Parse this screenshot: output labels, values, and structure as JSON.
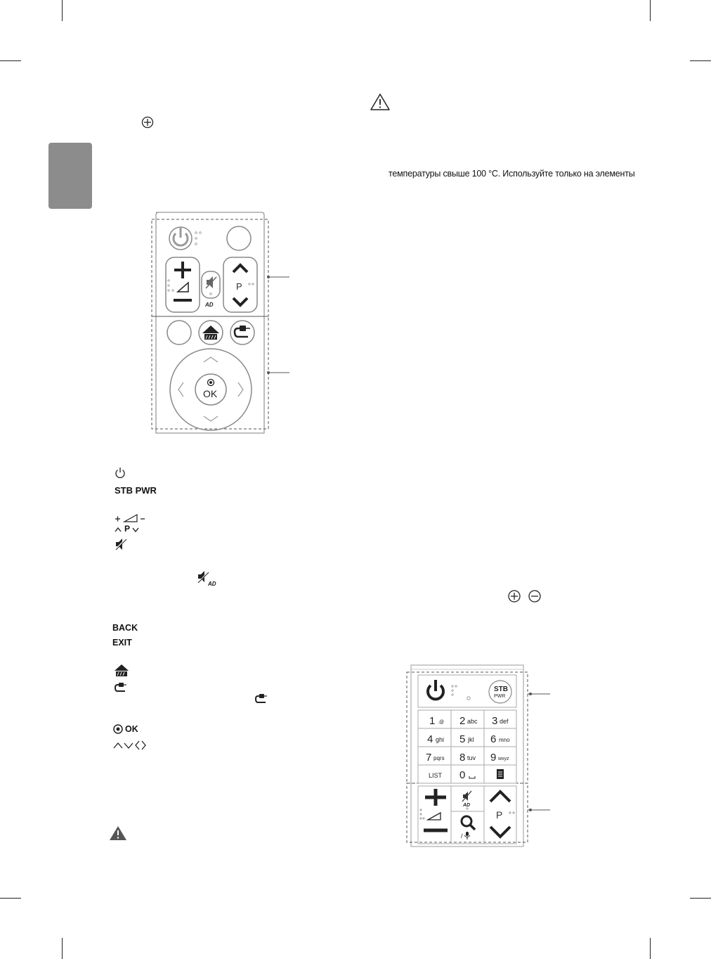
{
  "body_text": {
    "temperature_note": "температуры свыше 100 °C. Используйте только на элементы"
  },
  "remote_top": {
    "buttons": {
      "ok_label": "OK",
      "program_label": "P",
      "audio_description_label": "AD"
    }
  },
  "legend": {
    "stb_power": "STB PWR",
    "program": "P",
    "back": "BACK",
    "exit": "EXIT",
    "ok": "OK",
    "ad": "AD"
  },
  "remote_bottom": {
    "stb_label_top": "STB",
    "stb_label_bottom": "PWR",
    "keypad": [
      {
        "digit": "1",
        "letters": ".@"
      },
      {
        "digit": "2",
        "letters": "abc"
      },
      {
        "digit": "3",
        "letters": "def"
      },
      {
        "digit": "4",
        "letters": "ghi"
      },
      {
        "digit": "5",
        "letters": "jkl"
      },
      {
        "digit": "6",
        "letters": "mno"
      },
      {
        "digit": "7",
        "letters": "pqrs"
      },
      {
        "digit": "8",
        "letters": "tuv"
      },
      {
        "digit": "9",
        "letters": "wxyz"
      }
    ],
    "list_label": "LIST",
    "zero_digit": "0",
    "program_label": "P",
    "ad_label": "AD"
  }
}
